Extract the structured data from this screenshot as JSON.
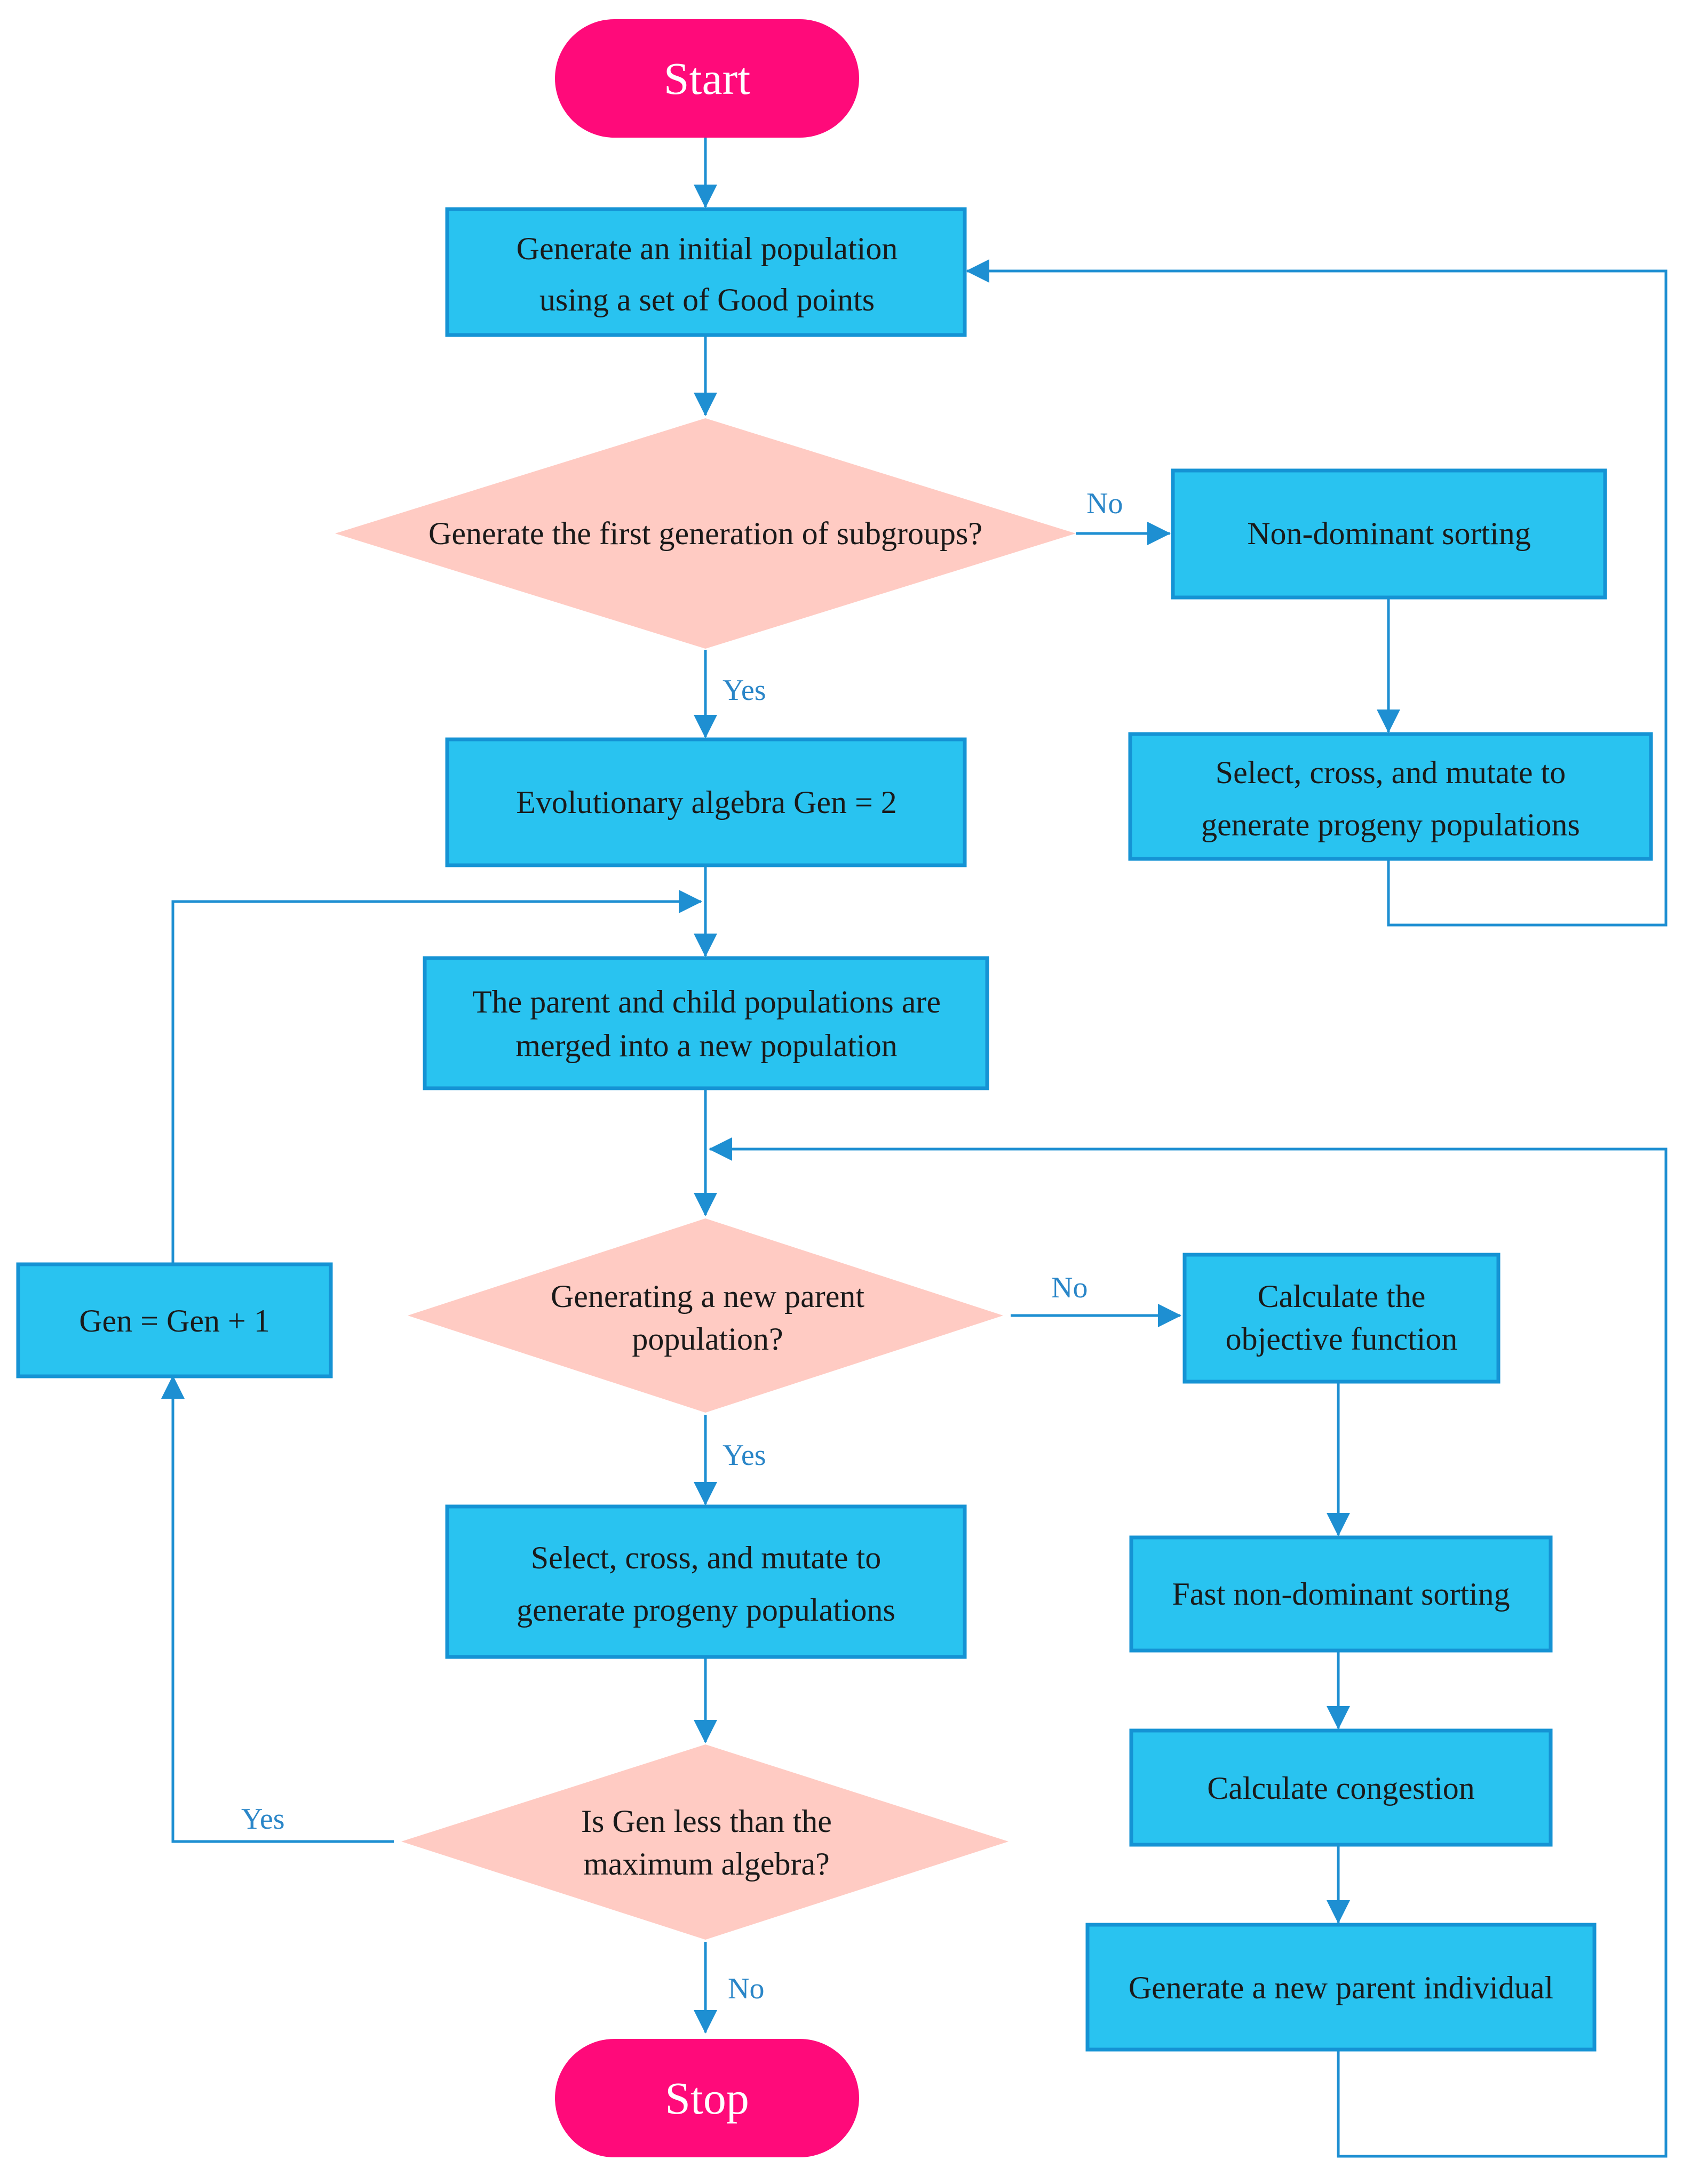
{
  "diagram": {
    "colors": {
      "terminal_fill": "#ff0a7a",
      "process_fill": "#29c3f0",
      "process_stroke": "#1593d4",
      "decision_fill": "#ffcbc3",
      "line": "#1e8fd2",
      "edge_label": "#2a86c8"
    },
    "nodes": {
      "start": "Start",
      "init_population": [
        "Generate an initial population",
        "using a set of Good points"
      ],
      "first_gen_decision": [
        "Generate the first generation of subgroups?"
      ],
      "non_dominant_sorting": [
        "Non-dominant sorting"
      ],
      "select_cross_mutate_top": [
        "Select, cross, and mutate to",
        "generate progeny populations"
      ],
      "gen_equals_2": [
        "Evolutionary algebra Gen = 2"
      ],
      "merge_populations": [
        "The parent and child populations are",
        "merged into a new population"
      ],
      "new_parent_decision": [
        "Generating a new parent",
        "population?"
      ],
      "gen_increment": [
        "Gen = Gen + 1"
      ],
      "objective_function": [
        "Calculate the",
        "objective function"
      ],
      "fast_sorting": [
        "Fast non-dominant sorting"
      ],
      "select_cross_mutate_mid": [
        "Select, cross, and mutate to",
        "generate progeny populations"
      ],
      "congestion": [
        "Calculate congestion"
      ],
      "max_algebra_decision": [
        "Is Gen less than the",
        "maximum algebra?"
      ],
      "new_parent_individual": [
        "Generate a new parent individual"
      ],
      "stop": "Stop"
    },
    "edge_labels": {
      "first_gen_no": "No",
      "first_gen_yes": "Yes",
      "new_parent_no": "No",
      "new_parent_yes": "Yes",
      "max_algebra_yes": "Yes",
      "max_algebra_no": "No"
    }
  }
}
